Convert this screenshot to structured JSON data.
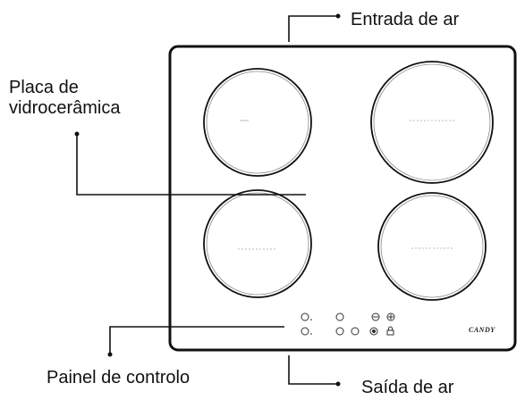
{
  "labels": {
    "air_inlet": "Entrada de ar",
    "ceramic_plate_line1": "Placa de",
    "ceramic_plate_line2": "vidrocerâmica",
    "control_panel": "Painel de controlo",
    "air_outlet": "Saída de ar"
  },
  "brand": "CANDY",
  "cooktop": {
    "zone_count": 4,
    "control_symbols": [
      "zone-selector-icon",
      "timer-icon",
      "power-icon",
      "lock-icon",
      "minus-icon",
      "plus-icon"
    ]
  }
}
